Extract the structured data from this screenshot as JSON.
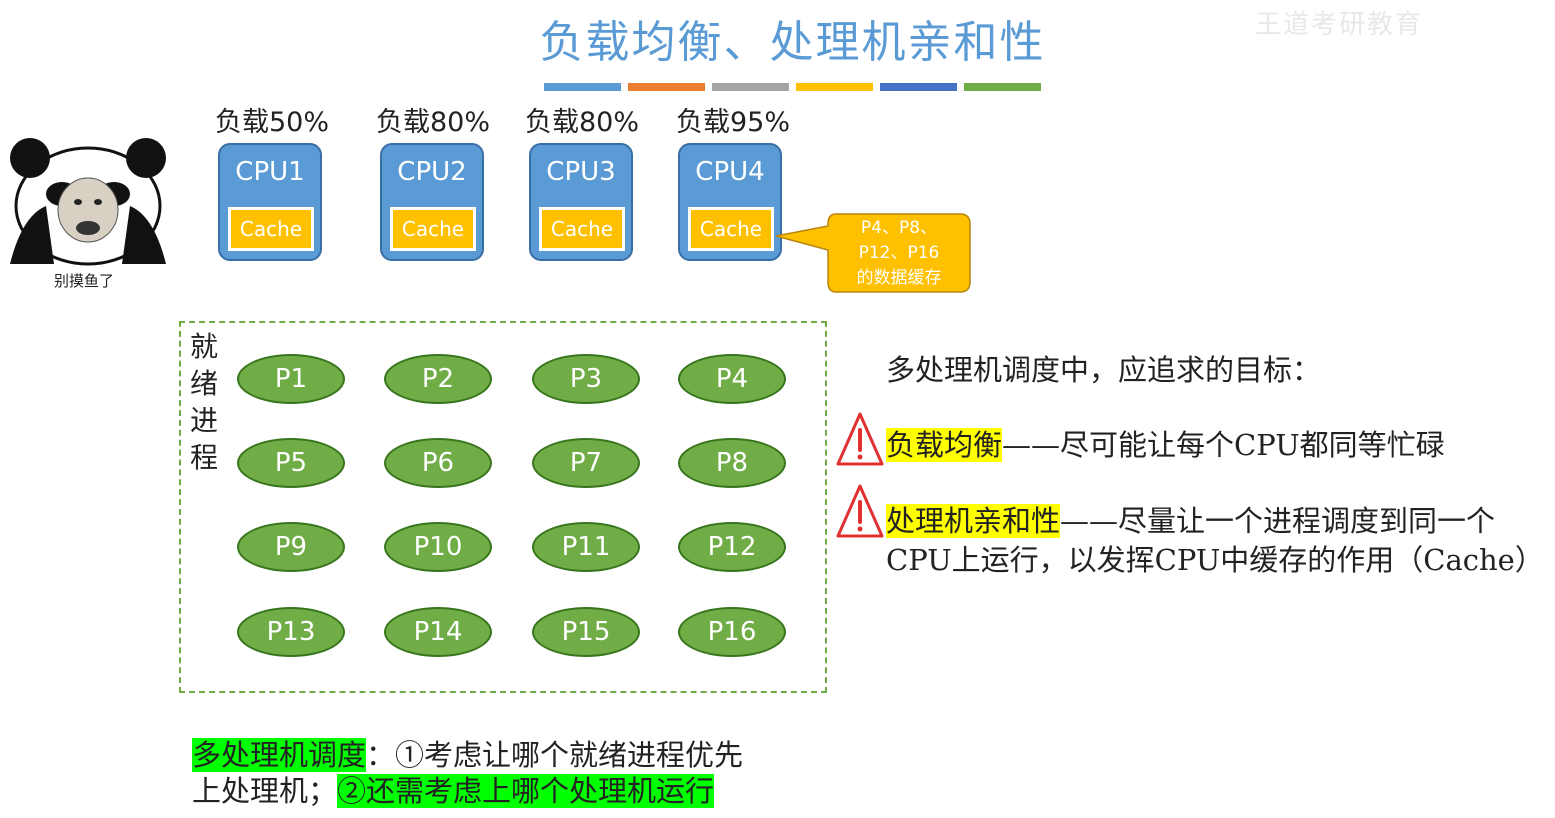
{
  "title": "负载均衡、处理机亲和性",
  "watermark": "王道考研教育",
  "colors": {
    "title": "#5b9bd5",
    "cpu": "#5b9bd5",
    "cache": "#ffc000",
    "process": "#70ad47",
    "highlight_yellow": "#ffff00",
    "highlight_green": "#00ff00",
    "warning": "#e03030",
    "bars": [
      "#5b9bd5",
      "#ed7d31",
      "#a5a5a5",
      "#ffc000",
      "#4472c4",
      "#70ad47"
    ]
  },
  "mascot": {
    "icon": "panda-meme-icon",
    "caption": "别摸鱼了"
  },
  "cpus": [
    {
      "name": "CPU1",
      "load": "负载50%",
      "cache": "Cache"
    },
    {
      "name": "CPU2",
      "load": "负载80%",
      "cache": "Cache"
    },
    {
      "name": "CPU3",
      "load": "负载80%",
      "cache": "Cache"
    },
    {
      "name": "CPU4",
      "load": "负载95%",
      "cache": "Cache"
    }
  ],
  "callout": {
    "line1": "P4、P8、",
    "line2": "P12、P16",
    "line3": "的数据缓存"
  },
  "ready_label": [
    "就",
    "绪",
    "进",
    "程"
  ],
  "processes": [
    "P1",
    "P2",
    "P3",
    "P4",
    "P5",
    "P6",
    "P7",
    "P8",
    "P9",
    "P10",
    "P11",
    "P12",
    "P13",
    "P14",
    "P15",
    "P16"
  ],
  "goals": {
    "title": "多处理机调度中，应追求的目标：",
    "load_balance": {
      "term": "负载均衡",
      "desc": "——尽可能让每个CPU都同等忙碌"
    },
    "affinity": {
      "term": "处理机亲和性",
      "desc1": "——尽量让一个进程调度到同一个",
      "desc2": "CPU上运行，以发挥CPU中缓存的作用（Cache）"
    }
  },
  "bottom": {
    "term": "多处理机调度",
    "text1": "：①考虑让哪个就绪进程优先",
    "text2": "上处理机；",
    "text3": "②还需考虑上哪个处理机运行"
  }
}
